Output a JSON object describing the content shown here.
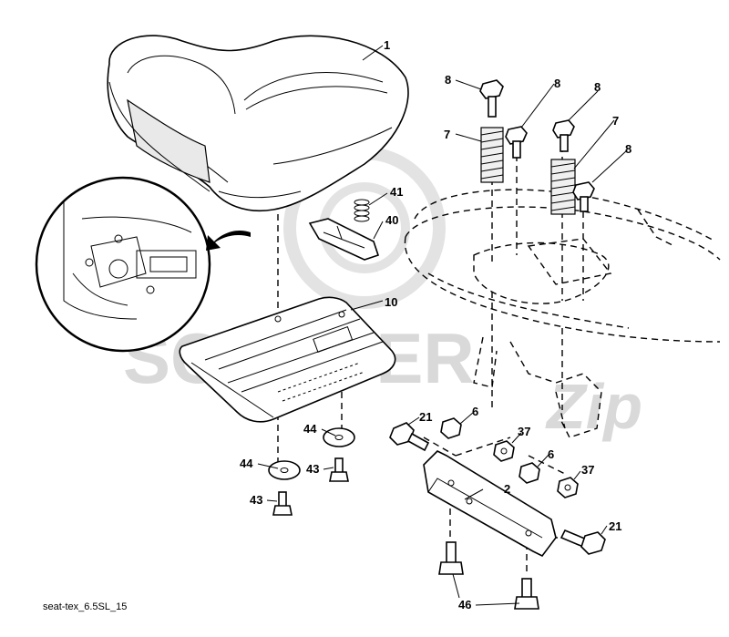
{
  "watermark": {
    "text": "SCOOTER",
    "subtext": "Zip"
  },
  "labels": {
    "seat": "1",
    "bracket": "2",
    "nut_6_a": "6",
    "nut_6_b": "6",
    "spring_7_a": "7",
    "spring_7_b": "7",
    "bolt_8_a": "8",
    "bolt_8_b": "8",
    "bolt_8_c": "8",
    "bolt_8_d": "8",
    "seat_pan": "10",
    "bolt_21_a": "21",
    "bolt_21_b": "21",
    "nut_37_a": "37",
    "nut_37_b": "37",
    "clip": "40",
    "spring_41": "41",
    "bolt_43_a": "43",
    "bolt_43_b": "43",
    "washer_44_a": "44",
    "washer_44_b": "44",
    "bolt_46": "46"
  },
  "caption": "seat-tex_6.5SL_15"
}
